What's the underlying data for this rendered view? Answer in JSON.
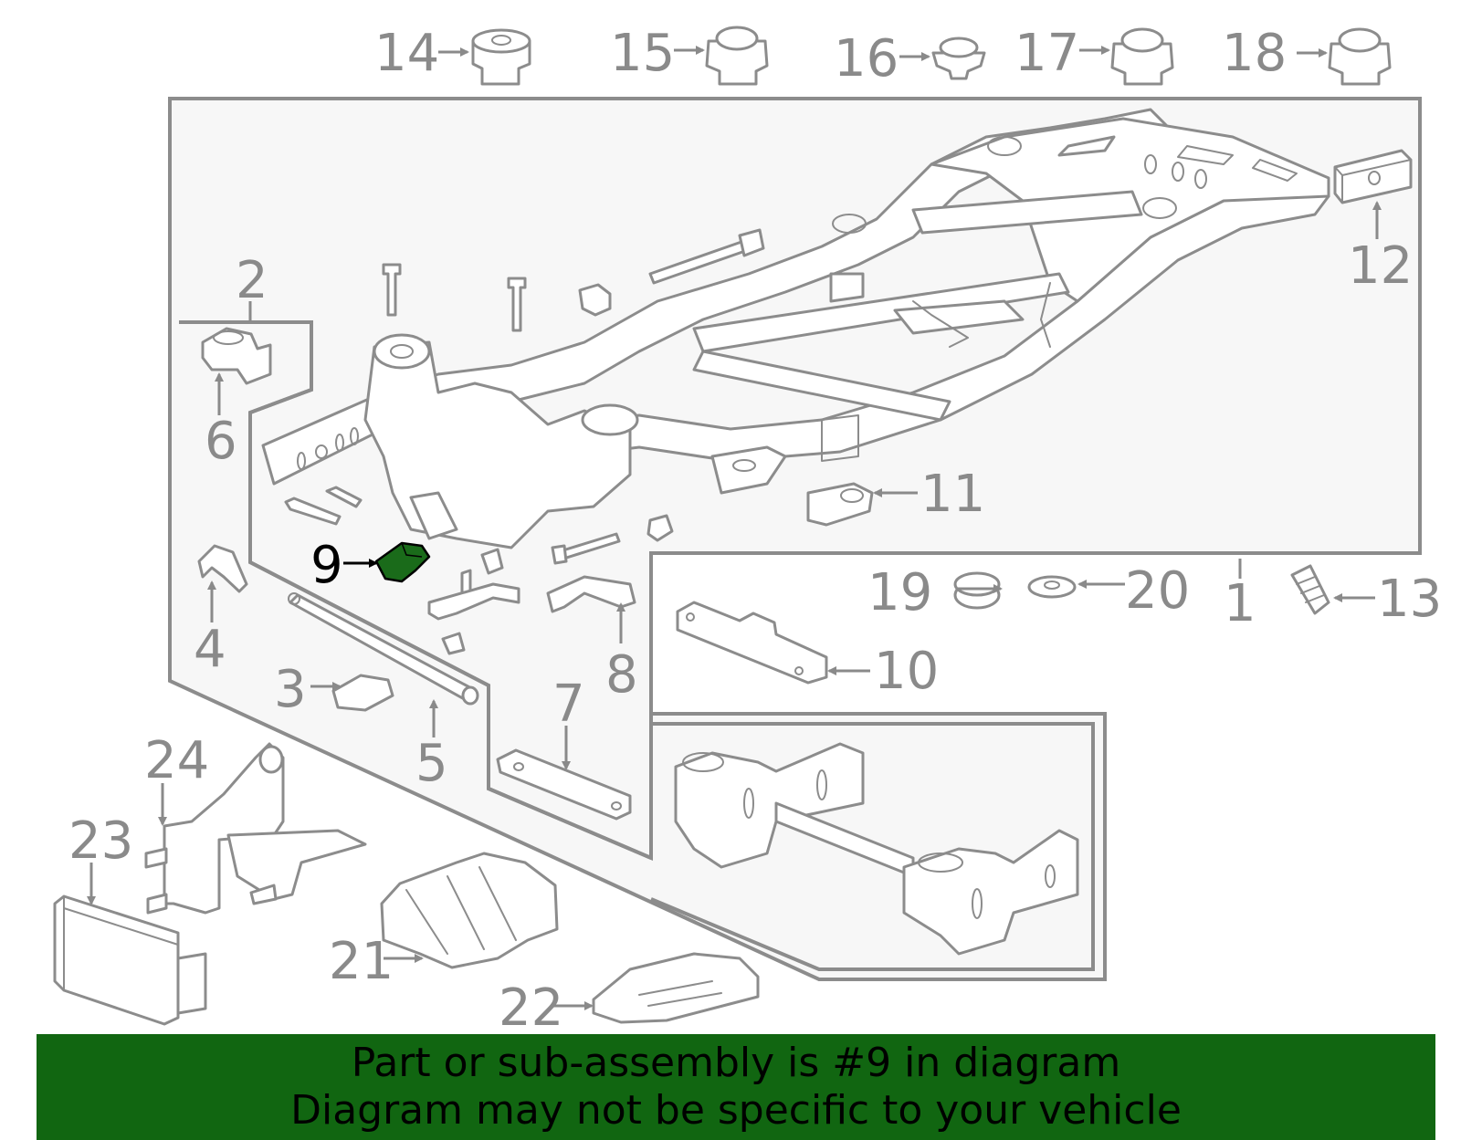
{
  "diagram": {
    "callouts": {
      "c1": "1",
      "c2": "2",
      "c3": "3",
      "c4": "4",
      "c5": "5",
      "c6": "6",
      "c7": "7",
      "c8": "8",
      "c9": "9",
      "c10": "10",
      "c11": "11",
      "c12": "12",
      "c13": "13",
      "c14": "14",
      "c15": "15",
      "c16": "16",
      "c17": "17",
      "c18": "18",
      "c19": "19",
      "c20": "20",
      "c21": "21",
      "c22": "22",
      "c23": "23",
      "c24": "24"
    },
    "selected_part": "9",
    "colors": {
      "line": "#8c8c8c",
      "highlight": "#1a6b1a",
      "banner": "#116611",
      "banner_text": "#000000"
    }
  },
  "banner": {
    "line1": "Part or sub-assembly is #9 in diagram",
    "line2": "Diagram may not be specific to your vehicle"
  }
}
